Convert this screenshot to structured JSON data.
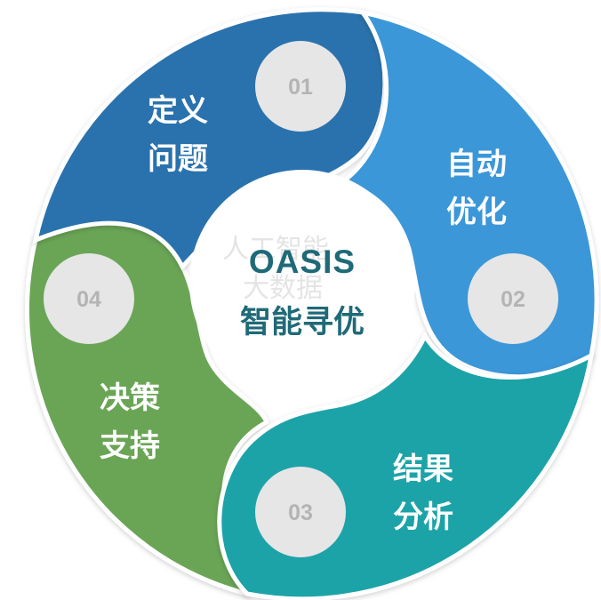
{
  "center": {
    "title": "OASIS",
    "subtitle": "智能寻优",
    "watermark_line1": "人工智能",
    "watermark_line2": "大数据"
  },
  "segments": [
    {
      "number": "01",
      "line1": "定义",
      "line2": "问题",
      "color": "#2a72ad"
    },
    {
      "number": "02",
      "line1": "自动",
      "line2": "优化",
      "color": "#3b97d8"
    },
    {
      "number": "03",
      "line1": "结果",
      "line2": "分析",
      "color": "#1aa3a8"
    },
    {
      "number": "04",
      "line1": "决策",
      "line2": "支持",
      "color": "#6aa556"
    }
  ],
  "colors": {
    "ring_outline": "#ffffff",
    "number_circle": "#e6e6e6",
    "number_text": "#b4b4b4",
    "center_text": "#1f6a78"
  }
}
